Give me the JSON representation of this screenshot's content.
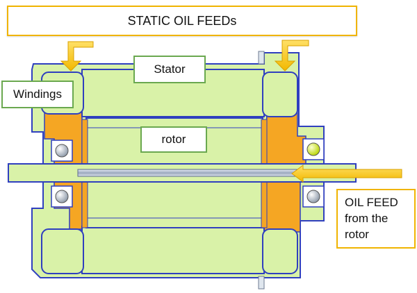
{
  "labels": {
    "title": "STATIC OIL FEEDs",
    "stator": "Stator",
    "windings": "Windings",
    "rotor": "rotor",
    "oil_feed_lines": [
      "OIL FEED",
      "from the",
      "rotor"
    ]
  },
  "colors": {
    "body": "#d9f2a8",
    "outline": "#2f3fbf",
    "oil": "#f5a623",
    "arrow": "#f7c300",
    "box_border_green": "#6aa84f",
    "box_border_gold": "#f0b400",
    "shaft": "#b9c6d8"
  }
}
